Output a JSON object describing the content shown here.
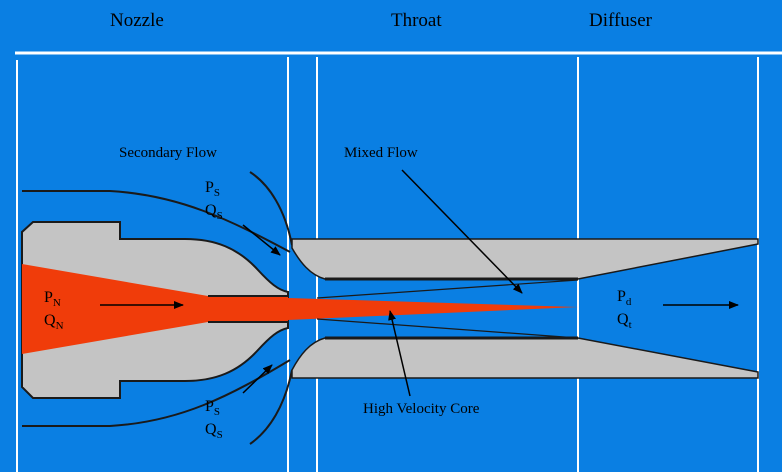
{
  "sections": {
    "nozzle": "Nozzle",
    "throat": "Throat",
    "diffuser": "Diffuser"
  },
  "labels": {
    "secondary_flow": "Secondary Flow",
    "mixed_flow": "Mixed Flow",
    "high_velocity_core": "High Velocity Core"
  },
  "symbols": {
    "inlet_pressure": {
      "base": "P",
      "sub": "N"
    },
    "inlet_flow": {
      "base": "Q",
      "sub": "N"
    },
    "suction_pressure_top": {
      "base": "P",
      "sub": "S"
    },
    "suction_flow_top": {
      "base": "Q",
      "sub": "S"
    },
    "suction_pressure_bottom": {
      "base": "P",
      "sub": "S"
    },
    "suction_flow_bottom": {
      "base": "Q",
      "sub": "S"
    },
    "discharge_pressure": {
      "base": "P",
      "sub": "d"
    },
    "discharge_flow": {
      "base": "Q",
      "sub": "t"
    }
  },
  "colors": {
    "background": "#0a7fe3",
    "body": "#c4c4c4",
    "core": "#f03c0a",
    "lines": "#ffffff",
    "outline": "#1a1a1a"
  }
}
